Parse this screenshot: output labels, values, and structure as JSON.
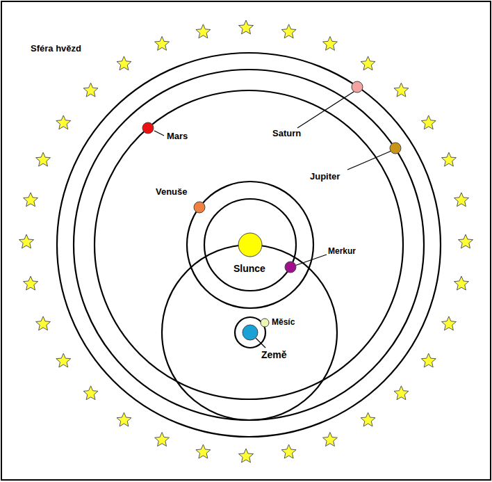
{
  "diagram": {
    "labels": [
      "Sféra hvězd",
      "Mars",
      "Saturn",
      "Jupiter",
      "Venuše",
      "Merkur",
      "Slunce",
      "Měsíc",
      "Země"
    ]
  }
}
